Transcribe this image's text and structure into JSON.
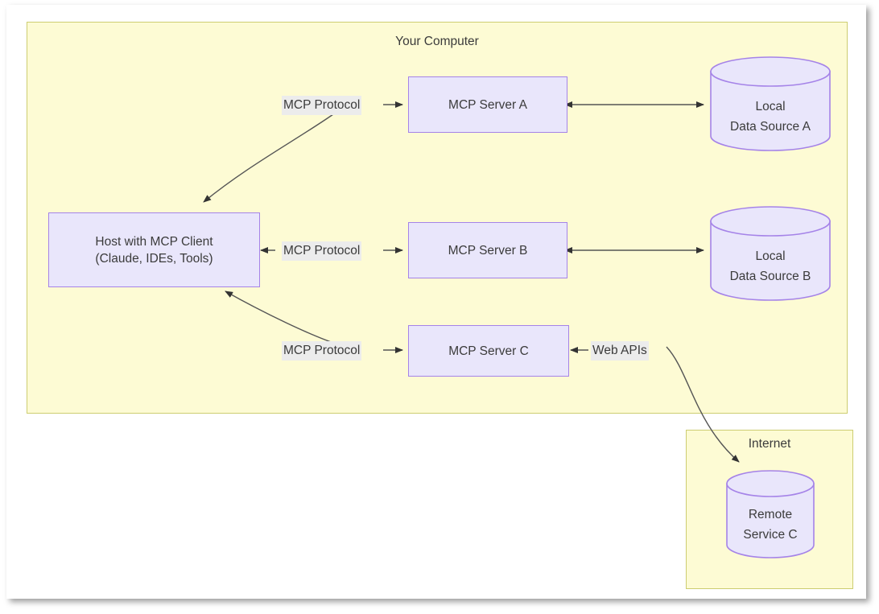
{
  "diagram": {
    "type": "architecture-flow",
    "title_text": "Your Computer",
    "groups": [
      {
        "id": "your-computer",
        "label": "Your Computer"
      },
      {
        "id": "internet",
        "label": "Internet"
      }
    ],
    "nodes": {
      "host": {
        "line1": "Host with MCP Client",
        "line2": "(Claude, IDEs, Tools)"
      },
      "server_a": {
        "label": "MCP Server A"
      },
      "server_b": {
        "label": "MCP Server B"
      },
      "server_c": {
        "label": "MCP Server C"
      },
      "data_a": {
        "line1": "Local",
        "line2": "Data Source A"
      },
      "data_b": {
        "line1": "Local",
        "line2": "Data Source B"
      },
      "remote_c": {
        "line1": "Remote",
        "line2": "Service C"
      }
    },
    "edge_labels": {
      "protocol_a": "MCP Protocol",
      "protocol_b": "MCP Protocol",
      "protocol_c": "MCP Protocol",
      "web_apis": "Web APIs"
    },
    "colors": {
      "group_fill": "#fdfbd4",
      "group_border": "#cdcd71",
      "node_fill": "#e9e6fb",
      "node_border": "#a583e8",
      "label_plate": "#ececec",
      "text": "#3b3b3b",
      "edge_stroke": "#555555",
      "page_background": "#ffffff"
    }
  }
}
